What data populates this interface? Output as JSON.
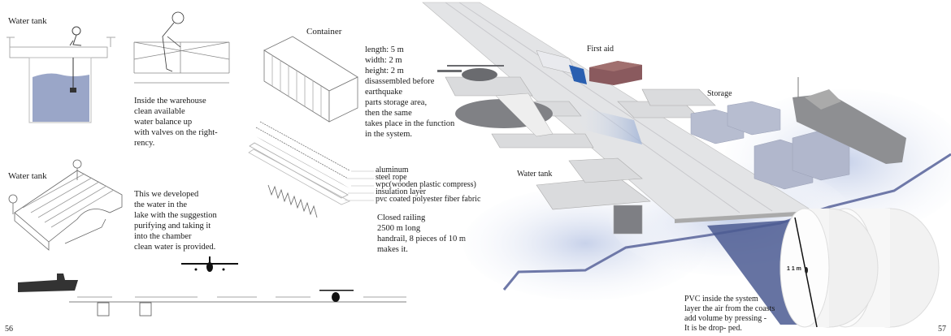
{
  "left_page": {
    "page_number": "56",
    "water_tank_section": {
      "label": "Water tank",
      "description": "Inside the warehouse\nclean available\nwater balance up\nwith valves on the right-\nrency."
    },
    "water_tank_iso": {
      "label": "Water tank",
      "description": "This we developed\nthe water in the\nlake with the suggestion\npurifying and taking it\ninto the chamber\nclean water is provided."
    },
    "container": {
      "label": "Container",
      "description": "length: 5 m\nwidth: 2 m\nheight: 2 m\ndisassembled before\nearthquake\nparts storage area,\nthen the same\ntakes place in the function\nin the system."
    },
    "layers": {
      "items": [
        "aluminum",
        "steel rope",
        "wpc(wooden plastic compress)",
        "insulation layer",
        "pvc coated polyester fiber fabric"
      ]
    },
    "railing": {
      "description": "Closed railing\n2500 m long\nhandrail, 8 pieces of 10 m\nmakes it."
    }
  },
  "right_page": {
    "page_number": "57",
    "labels": {
      "first_aid": "First aid",
      "storage": "Storage",
      "water_tank": "Water tank",
      "dimension": "1 1 m"
    },
    "pvc_description": "PVC inside the system\nlayer the air from the coasts\nadd volume by pressing -\nIt is be drop- ped."
  },
  "colors": {
    "water": "#9aa6c8",
    "deck": "#d8d9dc",
    "storage": "#b7bdd0",
    "first_aid": "#8a5a5e",
    "truck": "#2a5fb0",
    "pvc_shadow": "#4b5a92"
  }
}
